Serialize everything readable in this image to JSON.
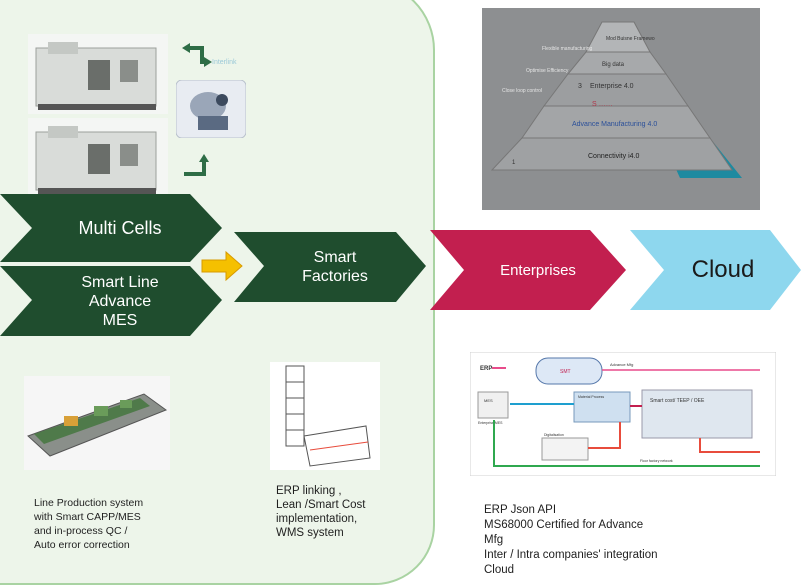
{
  "chevrons": {
    "multi_cells": "Multi Cells",
    "smart_line": "Smart Line\nAdvance\nMES",
    "smart_factories": "Smart\nFactories",
    "enterprises": "Enterprises",
    "cloud": "Cloud"
  },
  "machine_label": "Interlink",
  "pyramid": {
    "left_labels": [
      "Flexible manufacturing",
      "Optimise Efficiency",
      "Close loop control"
    ],
    "top": "Mod Buisne Framewo",
    "big_data": "Big data",
    "enterprise": "Enterprise 4.0",
    "enterprise_num": "3",
    "level2_hidden": "S ……",
    "advance": "Advance Manufacturing 4.0",
    "connectivity": "Connectivity i4.0",
    "connectivity_num": "1"
  },
  "erp_diagram": {
    "erp": "ERP",
    "smt": "SMT",
    "advance_mfg": "Advance Mfg",
    "smart_cost": "Smart cost/ TEEP / OEE",
    "mes": "MES",
    "enterprise_mes": "Enterprise MES",
    "material": "Material Process",
    "digitalisation": "Digitalisation",
    "floor": "Floor factory network"
  },
  "captions": {
    "line_production": "Line  Production system\nwith Smart CAPP/MES\nand in-process QC /\nAuto error correction",
    "erp_linking": "ERP linking  ,\nLean /Smart Cost\nimplementation,\nWMS system",
    "erp_json": "ERP Json API\nMS68000  Certified for Advance\nMfg\nInter / Intra companies' integration\nCloud"
  },
  "colors": {
    "dark_green": "#1f4d2e",
    "enterprises": "#c21f4f",
    "cloud": "#8ed7ee",
    "panel_bg": "#edf5ea",
    "arrow": "#f5c000"
  }
}
